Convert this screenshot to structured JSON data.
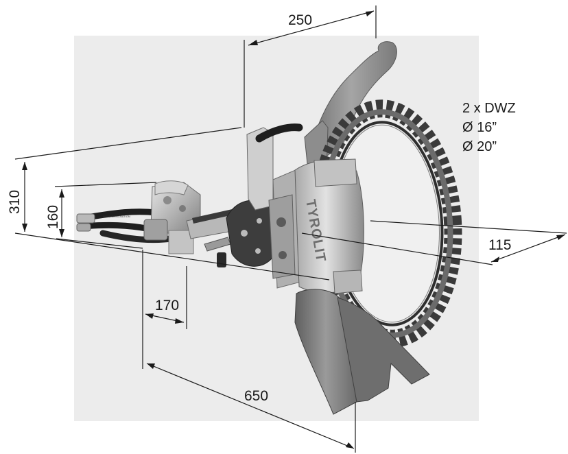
{
  "dimensions": {
    "top_width": "250",
    "left_height_outer": "310",
    "left_height_inner": "160",
    "lower_offset": "170",
    "overall_length": "650",
    "right_depth": "115"
  },
  "annotation": {
    "line1": "2 x DWZ",
    "line2": "Ø 16”",
    "line3": "Ø 20”"
  },
  "brand_label": "TYROLIT",
  "hose_label": "HOSE DESIGNATION",
  "colors": {
    "background": "#ffffff",
    "photo_backdrop": "#ececec",
    "metal_light": "#c9c9c9",
    "metal_mid": "#9d9d9d",
    "metal_dark": "#5a5a5a",
    "hose": "#1e1e1e",
    "dimension_line": "#1a1a1a"
  }
}
